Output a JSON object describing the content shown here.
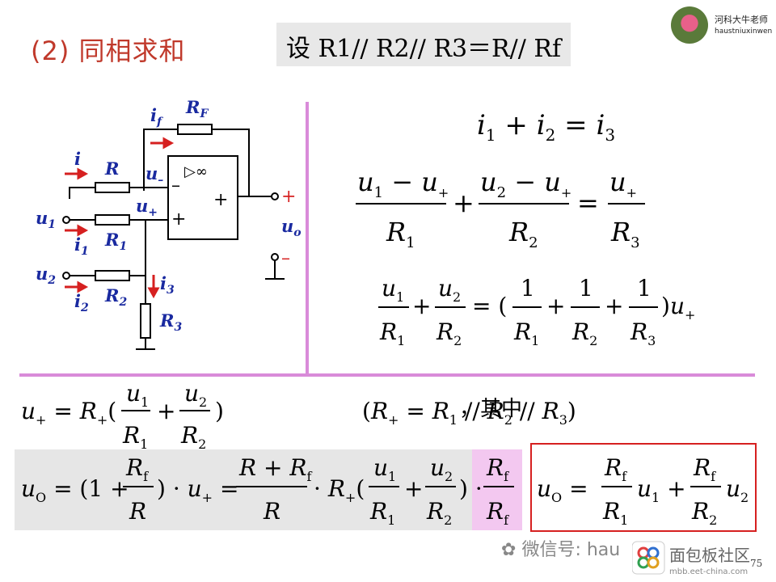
{
  "slide": {
    "title": "(2) 同相求和",
    "assumption": "设 R1// R2// R3＝R// Rf",
    "note_text": "，其中",
    "page_number": "75"
  },
  "logo": {
    "name": "河科大牛老师",
    "handle": "haustniuxinwen"
  },
  "watermark": {
    "wechat_text": "微信号: hau",
    "site_text": "面包板社区",
    "site_url": "mbb.eet-china.com"
  },
  "circuit": {
    "labels": {
      "i_f": "i",
      "i_f_sub": "f",
      "rf": "R",
      "rf_sub": "F",
      "i": "i",
      "r": "R",
      "u_minus": "u",
      "u_minus_sub": "–",
      "u_plus": "u",
      "u_plus_sub": "+",
      "inf": "▷∞",
      "minus_sign": "–",
      "plus_sign": "+",
      "out_plus": "+",
      "out_minus": "–",
      "uo": "u",
      "uo_sub": "o",
      "u1": "u",
      "u1_sub": "1",
      "i1": "i",
      "i1_sub": "1",
      "r1": "R",
      "r1_sub": "1",
      "u2": "u",
      "u2_sub": "2",
      "i2": "i",
      "i2_sub": "2",
      "r2": "R",
      "r2_sub": "2",
      "i3": "i",
      "i3_sub": "3",
      "r3": "R",
      "r3_sub": "3"
    },
    "colors": {
      "wire": "#000000",
      "label": "#1a2aa0",
      "arrow": "#d62020"
    }
  },
  "colors": {
    "title": "#c0392b",
    "divider": "#d98bd9",
    "redbox": "#d62020"
  }
}
